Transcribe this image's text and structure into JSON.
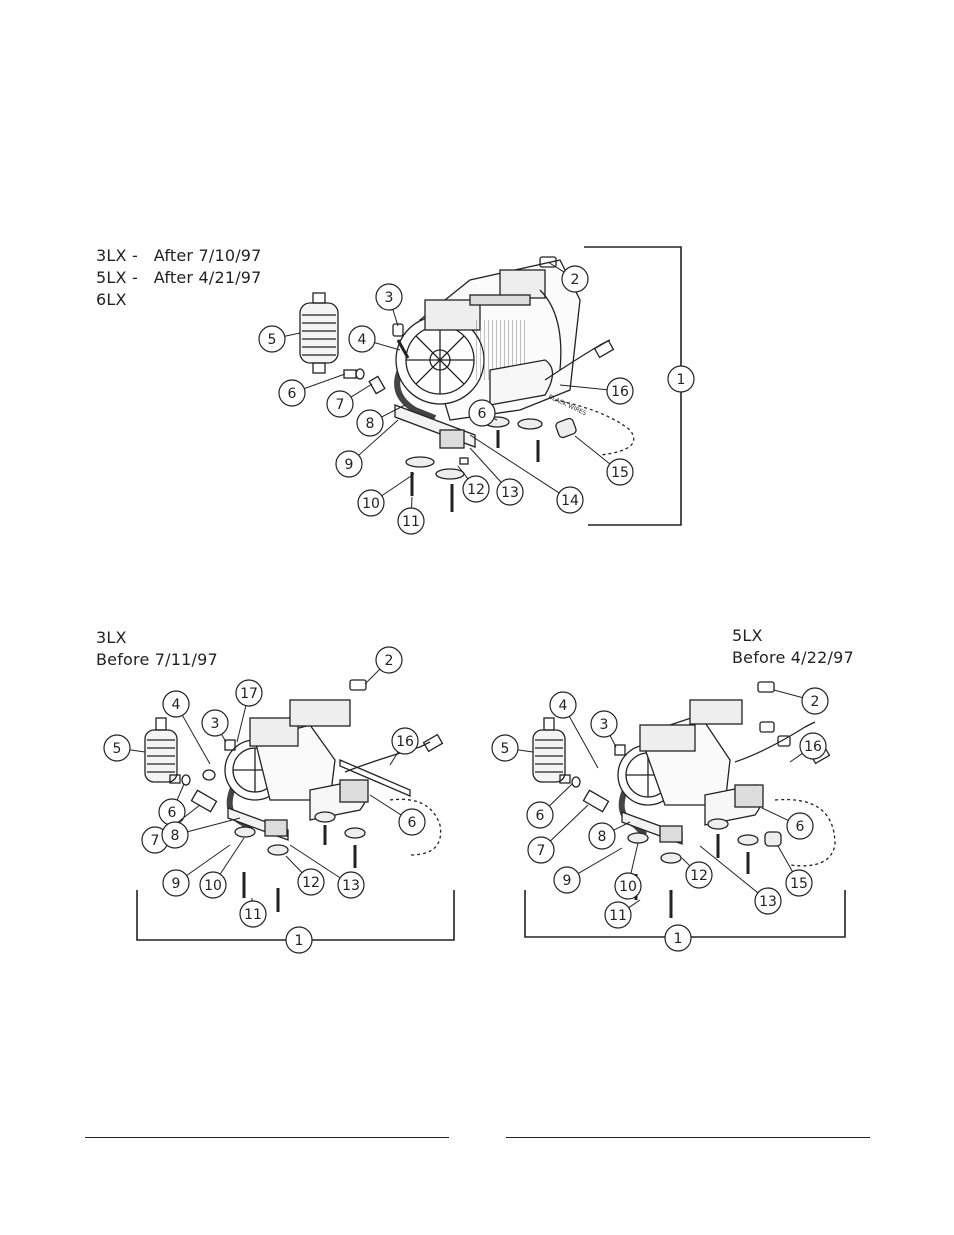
{
  "figure_top": {
    "caption_lines": [
      "3LX -   After 7/10/97",
      "5LX -   After 4/21/97",
      "6LX"
    ],
    "callouts": [
      "1",
      "2",
      "3",
      "4",
      "5",
      "6",
      "6",
      "7",
      "8",
      "9",
      "10",
      "11",
      "12",
      "13",
      "14",
      "15",
      "16"
    ],
    "wire_label": "BLACK WIRES"
  },
  "figure_left": {
    "caption_lines": [
      "3LX",
      "Before 7/11/97"
    ],
    "callouts": [
      "1",
      "2",
      "3",
      "4",
      "5",
      "6",
      "6",
      "7",
      "8",
      "9",
      "10",
      "11",
      "12",
      "13",
      "16",
      "17"
    ]
  },
  "figure_right": {
    "caption_lines": [
      "5LX",
      "Before 4/22/97"
    ],
    "callouts": [
      "1",
      "2",
      "3",
      "4",
      "5",
      "6",
      "6",
      "7",
      "8",
      "9",
      "10",
      "11",
      "12",
      "13",
      "15",
      "16"
    ]
  }
}
